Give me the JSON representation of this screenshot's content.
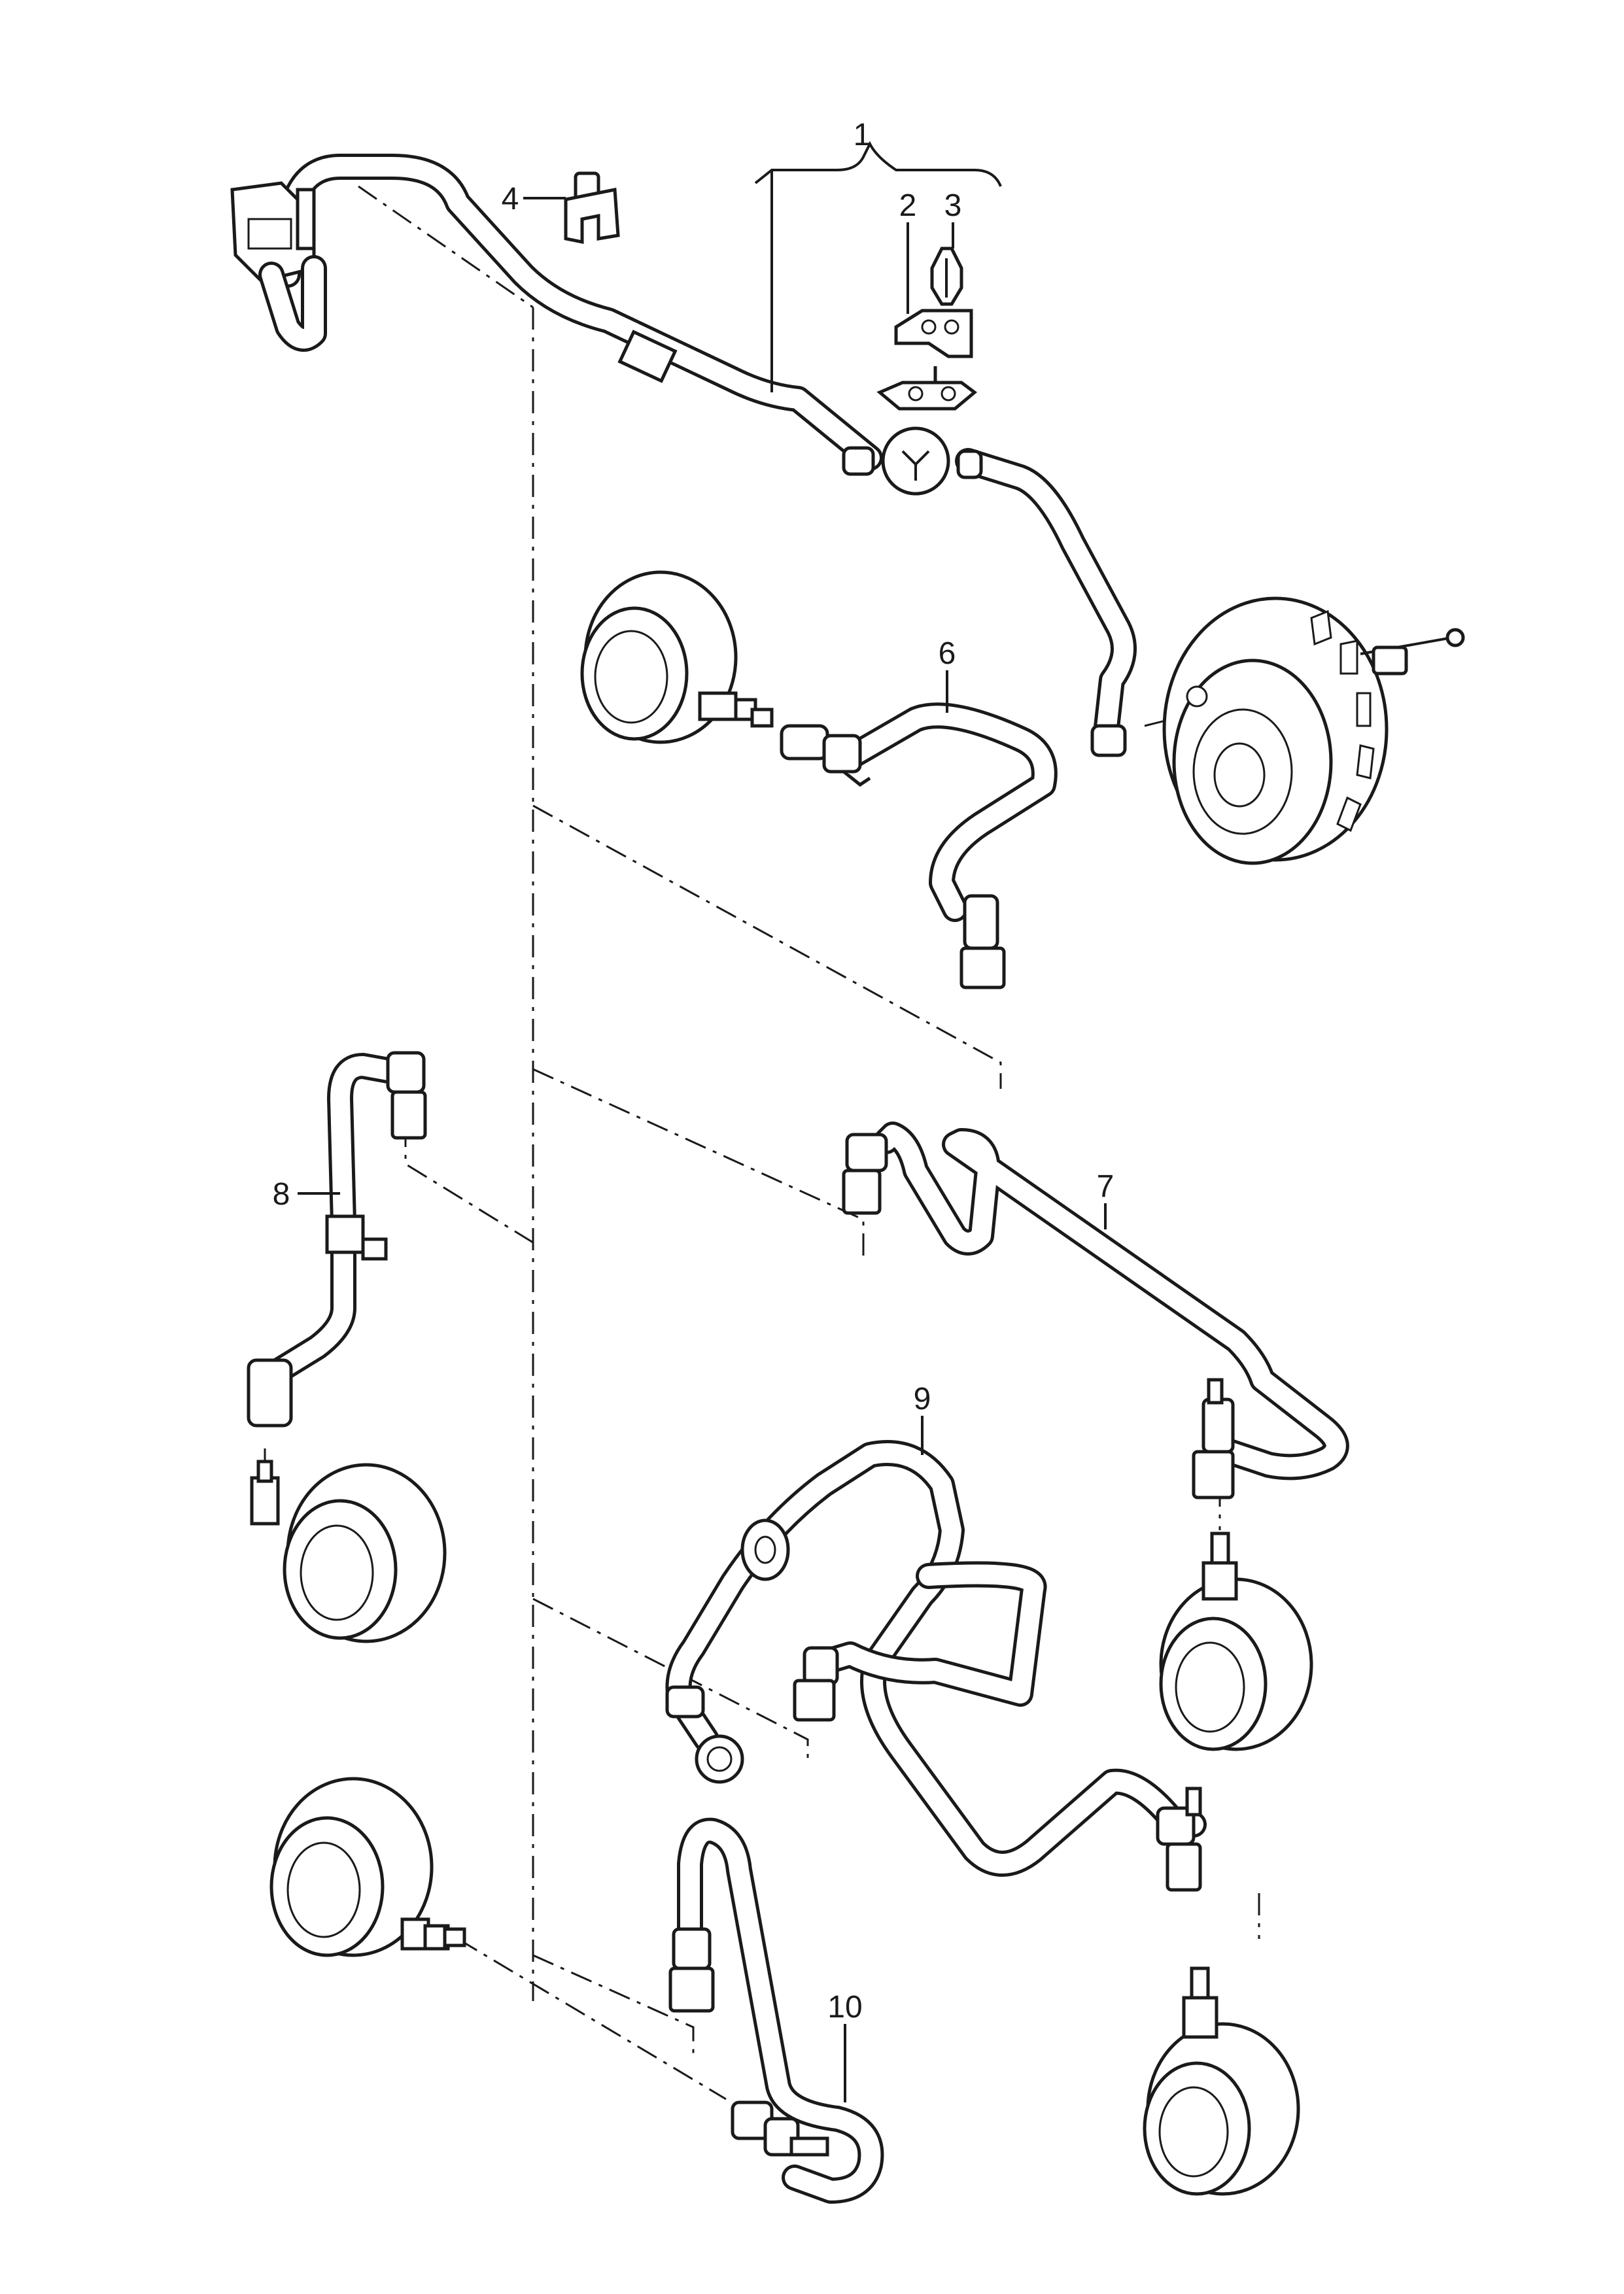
{
  "diagram": {
    "callouts": [
      {
        "id": "1",
        "label": "1"
      },
      {
        "id": "2",
        "label": "2"
      },
      {
        "id": "3",
        "label": "3"
      },
      {
        "id": "4",
        "label": "4"
      },
      {
        "id": "6",
        "label": "6"
      },
      {
        "id": "7",
        "label": "7"
      },
      {
        "id": "8",
        "label": "8"
      },
      {
        "id": "9",
        "label": "9"
      },
      {
        "id": "10",
        "label": "10"
      }
    ]
  }
}
